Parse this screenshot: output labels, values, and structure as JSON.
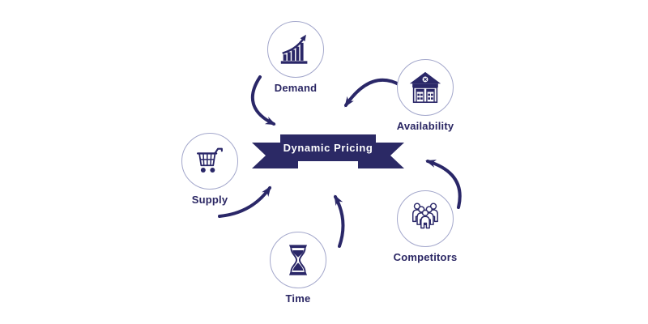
{
  "diagram": {
    "title": "Dynamic Pricing",
    "factors": [
      {
        "label": "Demand",
        "icon": "growth-chart-icon"
      },
      {
        "label": "Availability",
        "icon": "warehouse-icon"
      },
      {
        "label": "Supply",
        "icon": "shopping-cart-icon"
      },
      {
        "label": "Time",
        "icon": "hourglass-icon"
      },
      {
        "label": "Competitors",
        "icon": "people-group-icon"
      }
    ],
    "arrows": [
      {
        "from": "Demand",
        "to": "Dynamic Pricing"
      },
      {
        "from": "Availability",
        "to": "Dynamic Pricing"
      },
      {
        "from": "Supply",
        "to": "Dynamic Pricing"
      },
      {
        "from": "Time",
        "to": "Dynamic Pricing"
      },
      {
        "from": "Competitors",
        "to": "Dynamic Pricing"
      }
    ],
    "colors": {
      "accent": "#2a2768",
      "banner_fill": "#2b2965",
      "banner_text": "#ffffff",
      "circle_border": "#a3a7cb",
      "background": "#ffffff"
    }
  }
}
